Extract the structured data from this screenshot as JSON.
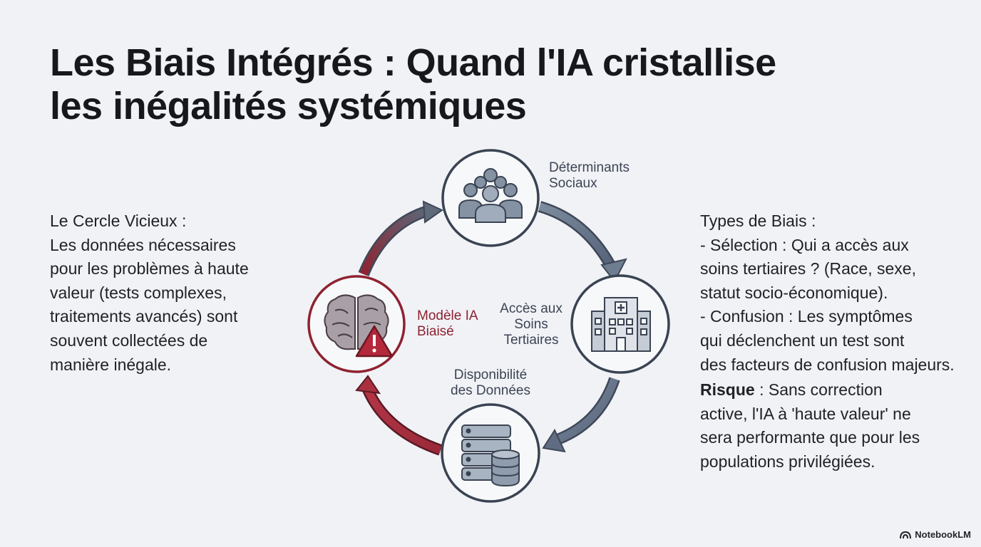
{
  "title": {
    "line1": "Les Biais Intégrés : Quand l'IA cristallise",
    "line2": "les inégalités systémiques"
  },
  "left_panel": {
    "lines": [
      "Le Cercle Vicieux :",
      "Les données nécessaires",
      "pour les problèmes à haute",
      "valeur (tests complexes,",
      "traitements avancés) sont",
      "souvent collectées de",
      "manière inégale."
    ]
  },
  "right_panel": {
    "lines": [
      "Types de Biais :",
      "- Sélection : Qui a accès aux",
      "soins tertiaires ? (Race, sexe,",
      "statut socio-économique).",
      "- Confusion : Les symptômes",
      "qui déclenchent un test sont",
      "des facteurs de confusion majeurs."
    ],
    "risk_label": "Risque",
    "risk_first_line_rest": " : Sans correction",
    "risk_lines": [
      "active, l'IA à 'haute valeur' ne",
      "sera performante que pour les",
      "populations privilégiées."
    ]
  },
  "cycle": {
    "nodes": [
      {
        "id": "social",
        "label_lines": [
          "Déterminants",
          "Sociaux"
        ],
        "icon": "people-group-icon"
      },
      {
        "id": "care",
        "label_lines": [
          "Accès aux",
          "Soins",
          "Tertiaires"
        ],
        "icon": "hospital-icon"
      },
      {
        "id": "data",
        "label_lines": [
          "Disponibilité",
          "des Données"
        ],
        "icon": "database-server-icon"
      },
      {
        "id": "model",
        "label_lines": [
          "Modèle IA",
          "Biaisé"
        ],
        "icon": "brain-warning-icon"
      }
    ]
  },
  "colors": {
    "accent_red": "#8e2230",
    "slate": "#6c7a8e",
    "ring": "#3a4352"
  },
  "brand": {
    "name": "NotebookLM",
    "icon": "notebooklm-logo-icon"
  }
}
